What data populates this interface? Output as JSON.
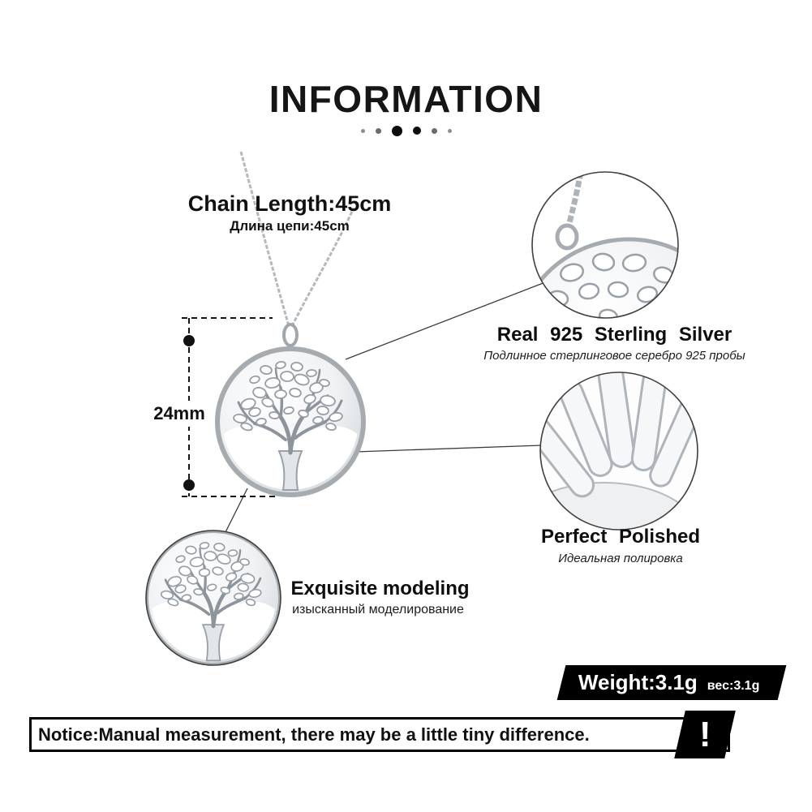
{
  "title": "INFORMATION",
  "product": {
    "chain_length": "Chain Length:45cm",
    "chain_length_ru": "Длина цепи:45cm",
    "pendant_size": "24mm"
  },
  "features": [
    {
      "title": "Real 925 Sterling Silver",
      "subtitle": "Подлинное стерлинговое серебро 925 пробы"
    },
    {
      "title": "Perfect Polished",
      "subtitle": "Идеальная полировка"
    },
    {
      "title": "Exquisite modeling",
      "subtitle": "изысканный моделирование"
    }
  ],
  "weight": {
    "label": "Weight:3.1g",
    "label_ru": "вес:3.1g"
  },
  "notice": {
    "text": "Notice:Manual measurement, there may be a little tiny difference.",
    "mark": "!"
  },
  "colors": {
    "banner_black": "#000000",
    "silver": "#b9bdc2",
    "text": "#111111"
  }
}
